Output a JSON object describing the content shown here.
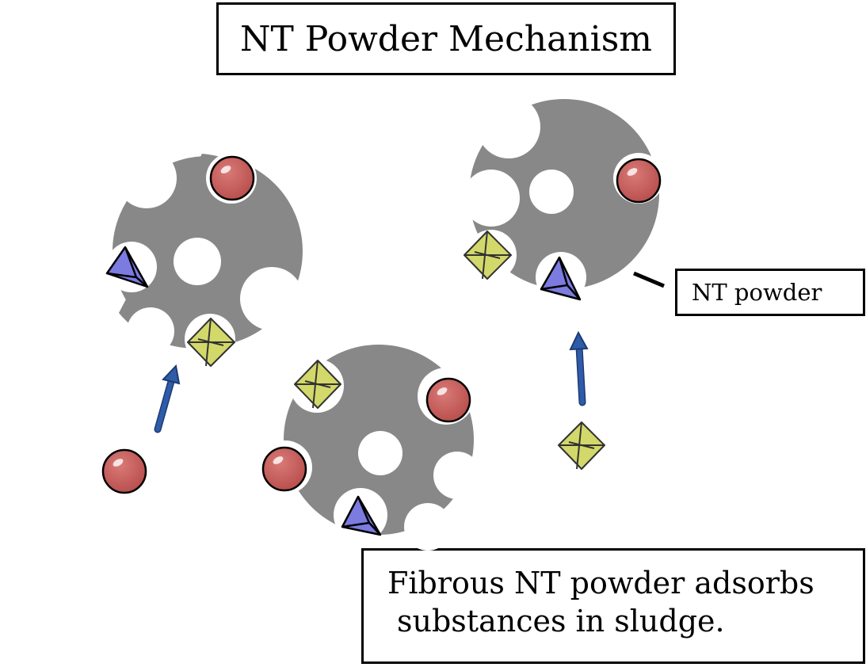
{
  "title": "NT Powder Mechanism",
  "nt_label": "NT powder",
  "caption": {
    "line1": "Fibrous NT powder adsorbs",
    "line2": "substances in sludge."
  },
  "colors": {
    "powder": "#888888",
    "red_particle": "#c9605e",
    "blue_particle": "#7b7be0",
    "yellow_particle": "#d3d86a",
    "arrow": "#2f5ca8"
  }
}
